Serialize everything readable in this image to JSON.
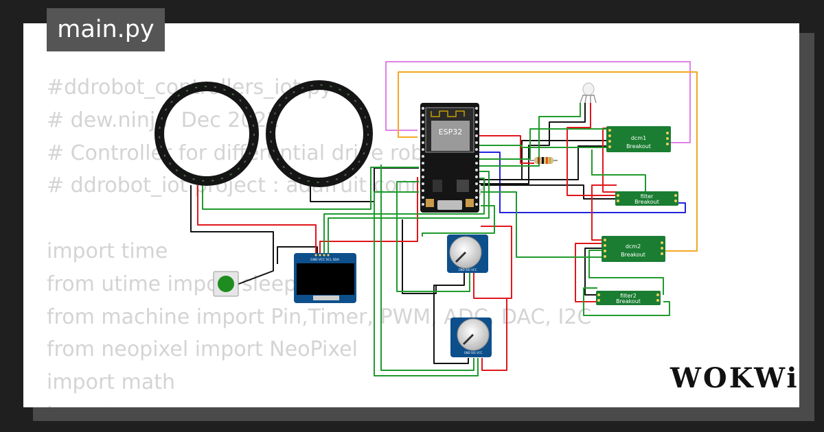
{
  "file_tab": {
    "label": "main.py"
  },
  "editor": {
    "lines": [
      "#ddrobot_controllers_iot.py",
      "# dew.ninja  Dec 2022",
      "# Controller for differential drive robot",
      "# ddrobot_iot project : adafruit connect by",
      "",
      "import time",
      "from utime import sleep",
      "from machine import Pin,Timer, PWM, ADC, DAC, I2C",
      "from neopixel import NeoPixel",
      "import math",
      "import"
    ]
  },
  "components": {
    "mcu": {
      "label": "ESP32"
    },
    "breakouts": [
      {
        "name": "dcm1",
        "sub": "Breakout"
      },
      {
        "name": "filter",
        "sub": "Breakout"
      },
      {
        "name": "dcm2",
        "sub": "Breakout"
      },
      {
        "name": "filter2",
        "sub": "Breakout"
      }
    ],
    "oled_pins": "GND VCC SCL SDA",
    "pot_pins": "GND SIG VCC"
  },
  "brand": {
    "logo": "WOKWi"
  },
  "colors": {
    "wire_green": "#1e9a2c",
    "wire_red": "#e0161b",
    "wire_black": "#111111",
    "wire_blue": "#2222dd",
    "wire_orange": "#f5a623",
    "wire_violet": "#e080e8",
    "board_green": "#1a7d32",
    "board_blue": "#0d4f8b",
    "board_black": "#151515"
  }
}
